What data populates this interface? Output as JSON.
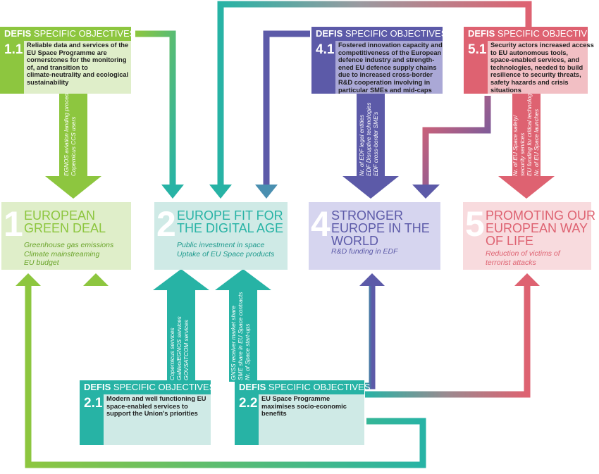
{
  "objectives": {
    "o11": {
      "prefix": "DEFIS",
      "title": "SPECIFIC OBJECTIVES",
      "number": "1.1",
      "text": "Reliable data and services of the\nEU Space Programme are\ncornerstones for the monitoring\nof, and transition to\nclimate-neutrality and ecological\nsustainability"
    },
    "o41": {
      "prefix": "DEFIS",
      "title": "SPECIFIC OBJECTIVES",
      "number": "4.1",
      "text": "Fostered innovation capacity and\ncompetitiveness of the European\ndefence industry and strength-\nened EU defence supply chains\ndue to increased cross-border\nR&D cooperation involving in\nparticular SMEs and mid-caps"
    },
    "o51": {
      "prefix": "DEFIS",
      "title": "SPECIFIC OBJECTIVES",
      "number": "5.1",
      "text": "Security actors increased access\nto EU autonomous tools,\nspace-enabled services, and\ntechnologies, needed to build\nresilience to security threats,\nsafety hazards and crisis\nsituations"
    },
    "o21": {
      "prefix": "DEFIS",
      "title": "SPECIFIC OBJECTIVES",
      "number": "2.1",
      "text": "Modern and well functioning EU\nspace-enabled services to\nsupport the Union's priorities"
    },
    "o22": {
      "prefix": "DEFIS",
      "title": "SPECIFIC OBJECTIVES",
      "number": "2.2",
      "text": "EU Space Programme\nmaximises socio-economic\nbenefits"
    }
  },
  "goals": {
    "g1": {
      "number": "1",
      "title": "EUROPEAN\nGREEN DEAL",
      "indicators": "Greenhouse gas emissions\nClimate mainstreaming\nEU budget"
    },
    "g2": {
      "number": "2",
      "title": "EUROPE FIT FOR\nTHE DIGITAL AGE",
      "indicators": "Public investment in space\nUptake of EU Space products"
    },
    "g4": {
      "number": "4",
      "title": "STRONGER\nEUROPE IN THE\nWORLD",
      "indicators": "R&D funding in EDF"
    },
    "g5": {
      "number": "5",
      "title": "PROMOTING OUR\nEUROPEAN WAY\nOF LIFE",
      "indicators": "Reduction of victims of\nterrorist attacks"
    }
  },
  "arrow_labels": {
    "a11": [
      "EGNOS aviation landing procedures",
      "Copernicus CCS users"
    ],
    "a41": [
      "Nr. of EDF legal entities",
      "EDF Disruptive technologies",
      "EDF cross-border SME's"
    ],
    "a51": [
      "Nr. of EU Space safety/",
      "security services",
      "EU funding for critical technologies",
      "Nr. of EU Space launches"
    ],
    "a21": [
      "Copernicus services",
      "Galileo/EGNOS services",
      "GOVSATCOM services"
    ],
    "a22": [
      "GNSS receiver market share",
      "SME share in EU Space contracts",
      "Nr. of Space start-ups"
    ]
  },
  "colors": {
    "green": "#8dc63f",
    "green_light": "#dfeec9",
    "teal": "#27b3a5",
    "teal_light": "#cfeae6",
    "purple": "#5c5aa8",
    "purple_light": "#aaa8d6",
    "purple_pale": "#d6d5ef",
    "red": "#de6271",
    "red_light": "#f2bfc4",
    "red_pale": "#f8dbde"
  }
}
